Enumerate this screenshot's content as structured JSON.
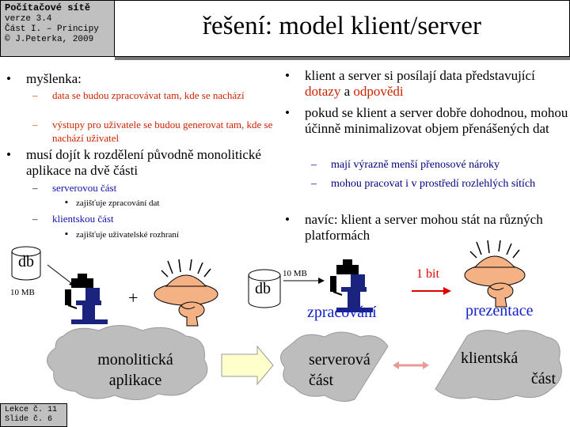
{
  "header": {
    "course": "Počítačové sítě",
    "version": "verze 3.4",
    "part": "Část I. – Principy",
    "copyright": "© J.Peterka, 2009"
  },
  "title": "řešení: model klient/server",
  "left_column": {
    "b1": "myšlenka:",
    "b1_sub1": "data se budou zpracovávat tam, kde se nachází",
    "b1_sub2": "výstupy pro uživatele se budou generovat tam, kde se nachází uživatel",
    "b2": "musí dojít k rozdělení původně monolitické aplikace na dvě části",
    "b2_sub1": "serverovou část",
    "b2_sub1_detail": "zajišťuje zpracování dat",
    "b2_sub2": "klientskou část",
    "b2_sub2_detail": "zajišťuje uživatelské rozhraní"
  },
  "right_column": {
    "b1_prefix": "klient a server si posílají data představující",
    "b1_red1": "dotazy",
    "b1_mid": " a ",
    "b1_red2": "odpovědi",
    "b2": "pokud se klient a server dobře dohodnou, mohou účinně minimalizovat objem přenášených dat",
    "b2_sub1": "mají výrazně menší přenosové nároky",
    "b2_sub2": "mohou pracovat i v prostředí rozlehlých sítích",
    "b3": "navíc: klient a server mohou stát na různých platformách"
  },
  "diagram": {
    "db_left": "db",
    "db_right": "db",
    "size_left": "10 MB",
    "size_right": "10 MB",
    "plus": "+",
    "one_bit": "1 bit",
    "processing": "zpracování",
    "presentation": "prezentace",
    "monolithic_line1": "monolitická",
    "monolithic_line2": "aplikace",
    "server_line1": "serverová",
    "server_line2": "část",
    "client_line1": "klientská",
    "client_line2": "část"
  },
  "footer": {
    "lecture": "Lekce č. 11",
    "slide": "Slide č. 6"
  },
  "colors": {
    "red": "#cc2200",
    "blue_text": "#1111aa",
    "header_gray": "#c0c0c0",
    "cloud_gray": "#bdbdbd",
    "arrow_red": "#e00000"
  }
}
